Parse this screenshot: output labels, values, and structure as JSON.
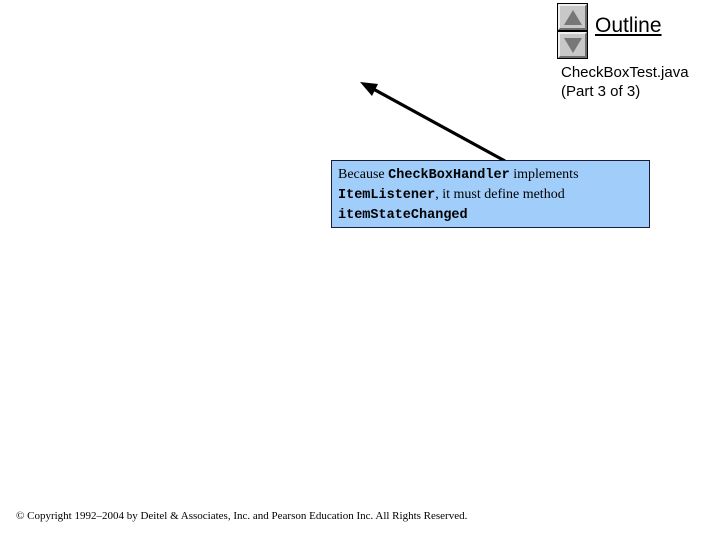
{
  "slide": {
    "background_color": "#ffffff",
    "nav": {
      "up_button_icon": "triangle-up-icon",
      "down_button_icon": "triangle-down-icon"
    },
    "header": {
      "title": "Outline",
      "subtitle_line1": "CheckBoxTest.java",
      "subtitle_line2": "(Part 3 of 3)"
    },
    "callout": {
      "fill_color": "#a0cdfa",
      "border_color": "#1b1b3a",
      "line1_pre": "Because ",
      "line1_code": "CheckBoxHandler",
      "line1_post": " implements",
      "line2_code": "ItemListener",
      "line2_post": ", it must define method",
      "line3_code": "itemStateChanged"
    },
    "footer": {
      "copyright": "© Copyright 1992–2004 by Deitel & Associates, Inc. and Pearson Education Inc. All Rights Reserved."
    }
  }
}
